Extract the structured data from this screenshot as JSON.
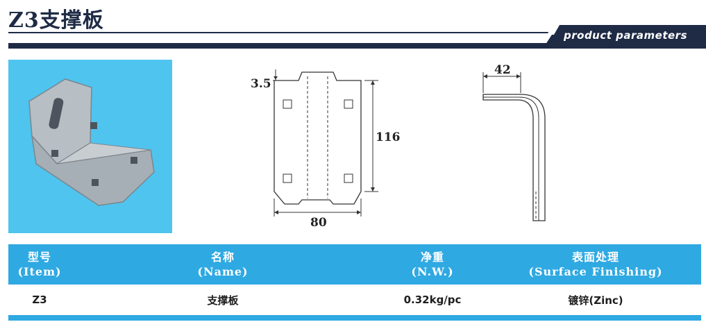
{
  "header": {
    "title": "Z3支撑板",
    "banner": "product  parameters"
  },
  "drawing": {
    "front": {
      "top_offset": "3.5",
      "height": "116",
      "width": "80"
    },
    "side": {
      "depth": "42"
    }
  },
  "colors": {
    "navy": "#1f2b45",
    "table_blue": "#2fa9e2",
    "photo_bg": "#4fc4ee"
  },
  "table": {
    "headers": [
      {
        "cn": "型号",
        "en": "(Item)"
      },
      {
        "cn": "名称",
        "en": "(Name)"
      },
      {
        "cn": "净重",
        "en": "(N.W.)"
      },
      {
        "cn": "表面处理",
        "en": "(Surface Finishing)"
      }
    ],
    "rows": [
      [
        "Z3",
        "支撑板",
        "0.32kg/pc",
        "镀锌(Zinc)"
      ]
    ]
  }
}
